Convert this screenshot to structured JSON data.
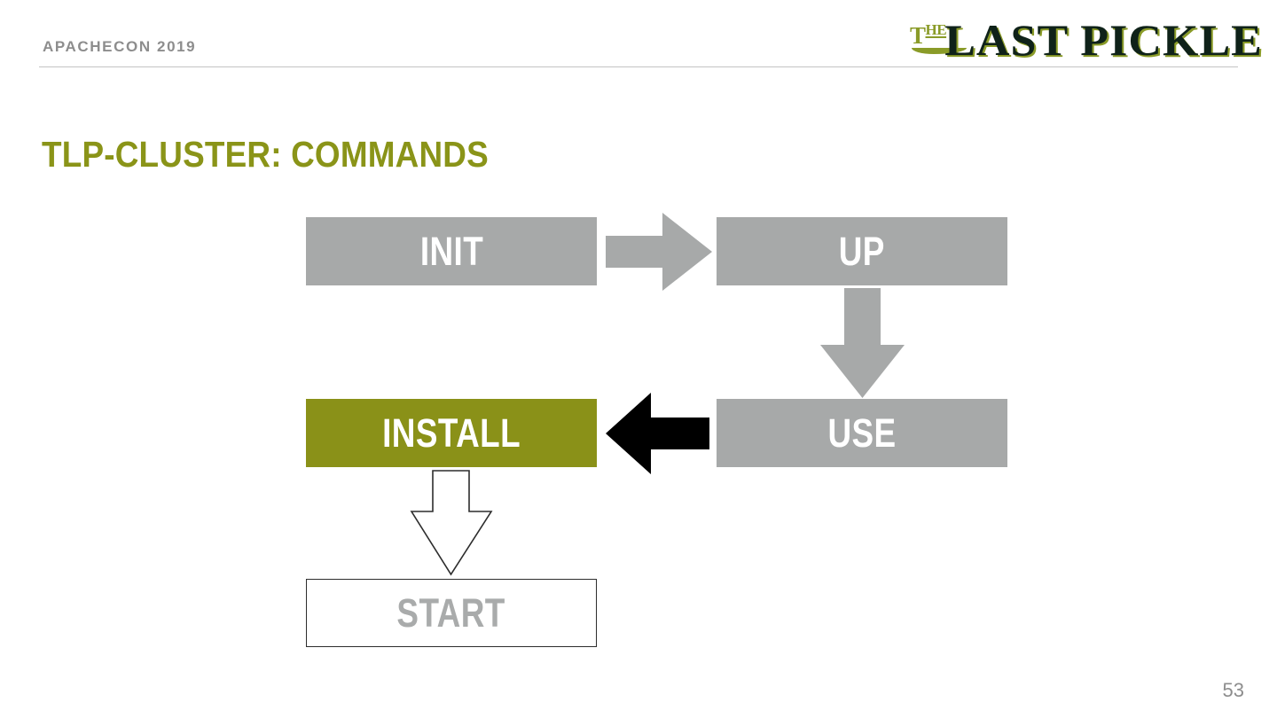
{
  "slide": {
    "eyebrow": "APACHECON 2019",
    "title": "TLP-CLUSTER: COMMANDS",
    "page_number": "53",
    "colors": {
      "olive": "#8a9118",
      "title_olive": "#8a9418",
      "gray_box": "#a7a9a9",
      "gray_text": "#8d8d8d",
      "start_text": "#a9abab",
      "logo_dark": "#0f2219",
      "logo_green": "#8a9b28",
      "black_arrow": "#000000",
      "rule": "#c4c4c4"
    }
  },
  "logo": {
    "the_t": "T",
    "the_he": "HE",
    "wordmark": "LAST PICKLE",
    "alt": "The Last Pickle"
  },
  "diagram": {
    "type": "flowchart",
    "nodes": [
      {
        "id": "init",
        "label": "INIT",
        "style": "gray",
        "highlighted": false
      },
      {
        "id": "up",
        "label": "UP",
        "style": "gray",
        "highlighted": false
      },
      {
        "id": "install",
        "label": "INSTALL",
        "style": "olive",
        "highlighted": true
      },
      {
        "id": "use",
        "label": "USE",
        "style": "gray",
        "highlighted": false
      },
      {
        "id": "start",
        "label": "START",
        "style": "outline",
        "highlighted": false
      }
    ],
    "edges": [
      {
        "id": "init-up",
        "from": "INIT",
        "to": "UP",
        "direction": "right",
        "style": "solid-gray"
      },
      {
        "id": "up-use",
        "from": "UP",
        "to": "USE",
        "direction": "down",
        "style": "solid-gray"
      },
      {
        "id": "use-install",
        "from": "USE",
        "to": "INSTALL",
        "direction": "left",
        "style": "solid-black"
      },
      {
        "id": "install-start",
        "from": "INSTALL",
        "to": "START",
        "direction": "down",
        "style": "outline"
      }
    ]
  }
}
